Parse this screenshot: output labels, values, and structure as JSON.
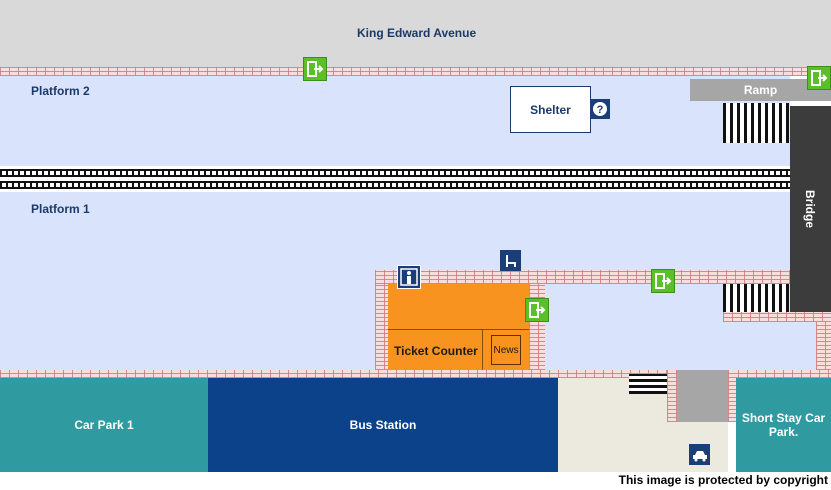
{
  "map": {
    "street_name": "King Edward Avenue",
    "platform_2": "Platform 2",
    "platform_1": "Platform 1",
    "shelter": "Shelter",
    "ramp": "Ramp",
    "bridge": "Bridge",
    "ticket_counter": "Ticket Counter",
    "news": "News",
    "car_park_1": "Car Park 1",
    "bus_station": "Bus Station",
    "short_stay_car_park": "Short Stay Car Park.",
    "copyright": "This image is protected by copyright"
  },
  "icons": {
    "exit": "exit-icon",
    "help": "help-icon",
    "seat": "seat-icon",
    "toilet": "toilet-icon",
    "taxi": "taxi-icon"
  },
  "colors": {
    "street": "#d9d9d9",
    "platform": "#d9e3fb",
    "brick": "#f6dede",
    "ticket": "#f7931e",
    "car_park": "#2f9aa0",
    "bus_station": "#0b428a",
    "bridge": "#3c3c3c",
    "ramp": "#a6a6a6",
    "exit": "#5bbf2a",
    "label": "#1b3a6b"
  }
}
